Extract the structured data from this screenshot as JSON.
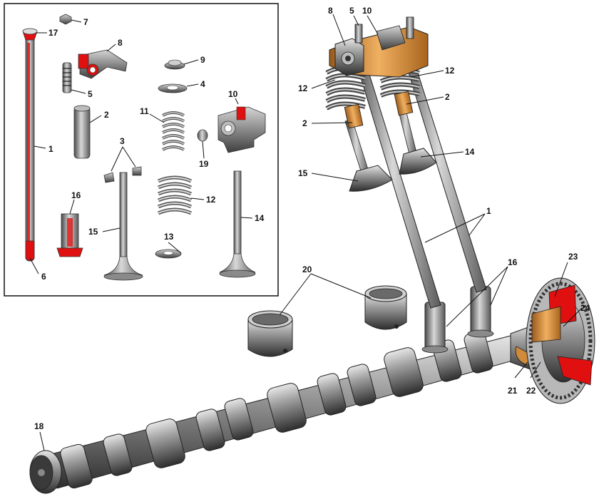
{
  "callouts": {
    "inset": {
      "c1": "1",
      "c2": "2",
      "c3": "3",
      "c4": "4",
      "c5": "5",
      "c6": "6",
      "c7": "7",
      "c8": "8",
      "c9": "9",
      "c10": "10",
      "c11": "11",
      "c12": "12",
      "c13": "13",
      "c14": "14",
      "c15": "15",
      "c16": "16",
      "c17": "17",
      "c19": "19"
    },
    "main": {
      "c1": "1",
      "c2a": "2",
      "c2b": "2",
      "c5": "5",
      "c8": "8",
      "c10": "10",
      "c12a": "12",
      "c12b": "12",
      "c14": "14",
      "c15": "15",
      "c16": "16",
      "c18": "18",
      "c20": "20",
      "c21": "21",
      "c22": "22",
      "c23": "23",
      "c24": "24"
    }
  },
  "colors": {
    "steel_light": "#c9c9c9",
    "steel_dark": "#555555",
    "section_red": "#e01010",
    "bronze": "#d08a3a",
    "outline": "#111111"
  }
}
